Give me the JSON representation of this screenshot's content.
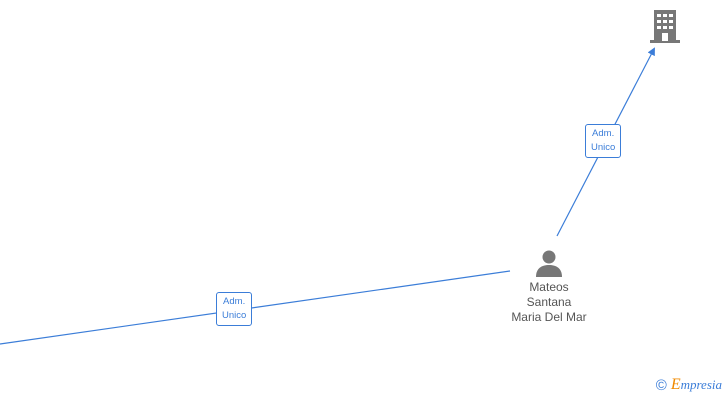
{
  "nodes": {
    "person": {
      "icon": "person-icon",
      "name_lines": [
        "Mateos",
        "Santana",
        "Maria Del Mar"
      ]
    },
    "company": {
      "icon": "building-icon"
    }
  },
  "edges": [
    {
      "label_lines": [
        "Adm.",
        "Unico"
      ],
      "to": "person"
    },
    {
      "label_lines": [
        "Adm.",
        "Unico"
      ],
      "from": "person",
      "to": "company"
    }
  ],
  "branding": {
    "copyright_symbol": "©",
    "initial": "E",
    "rest": "mpresia"
  },
  "colors": {
    "edge": "#3b7dd8",
    "node_icon": "#777777",
    "text": "#555555",
    "brand_initial": "#f08a00"
  }
}
